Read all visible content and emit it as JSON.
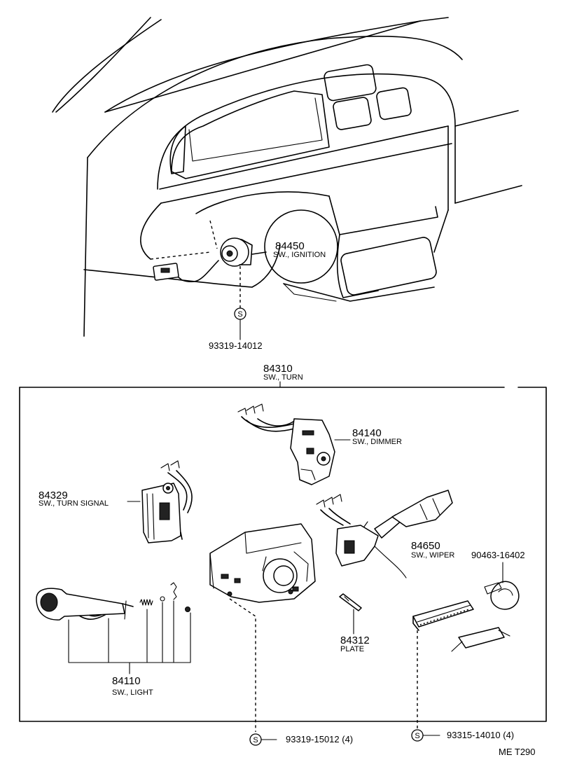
{
  "parts": {
    "ignition": {
      "number": "84450",
      "description": "SW., IGNITION"
    },
    "turn": {
      "number": "84310",
      "description": "SW., TURN"
    },
    "dimmer": {
      "number": "84140",
      "description": "SW., DIMMER"
    },
    "turn_signal": {
      "number": "84329",
      "description": "SW., TURN SIGNAL"
    },
    "wiper": {
      "number": "84650",
      "description": "SW., WIPER"
    },
    "clamp": {
      "number": "90463-16402"
    },
    "light": {
      "number": "84110",
      "description": "SW., LIGHT"
    },
    "plate": {
      "number": "84312",
      "description": "PLATE"
    }
  },
  "screws": {
    "ignition_screw": {
      "symbol": "S",
      "code": "93319-14012"
    },
    "column_screw": {
      "symbol": "S",
      "code": "93319-15012 (4)"
    },
    "connector_screw": {
      "symbol": "S",
      "code": "93315-14010 (4)"
    }
  },
  "footer": {
    "code": "ME  T290"
  }
}
